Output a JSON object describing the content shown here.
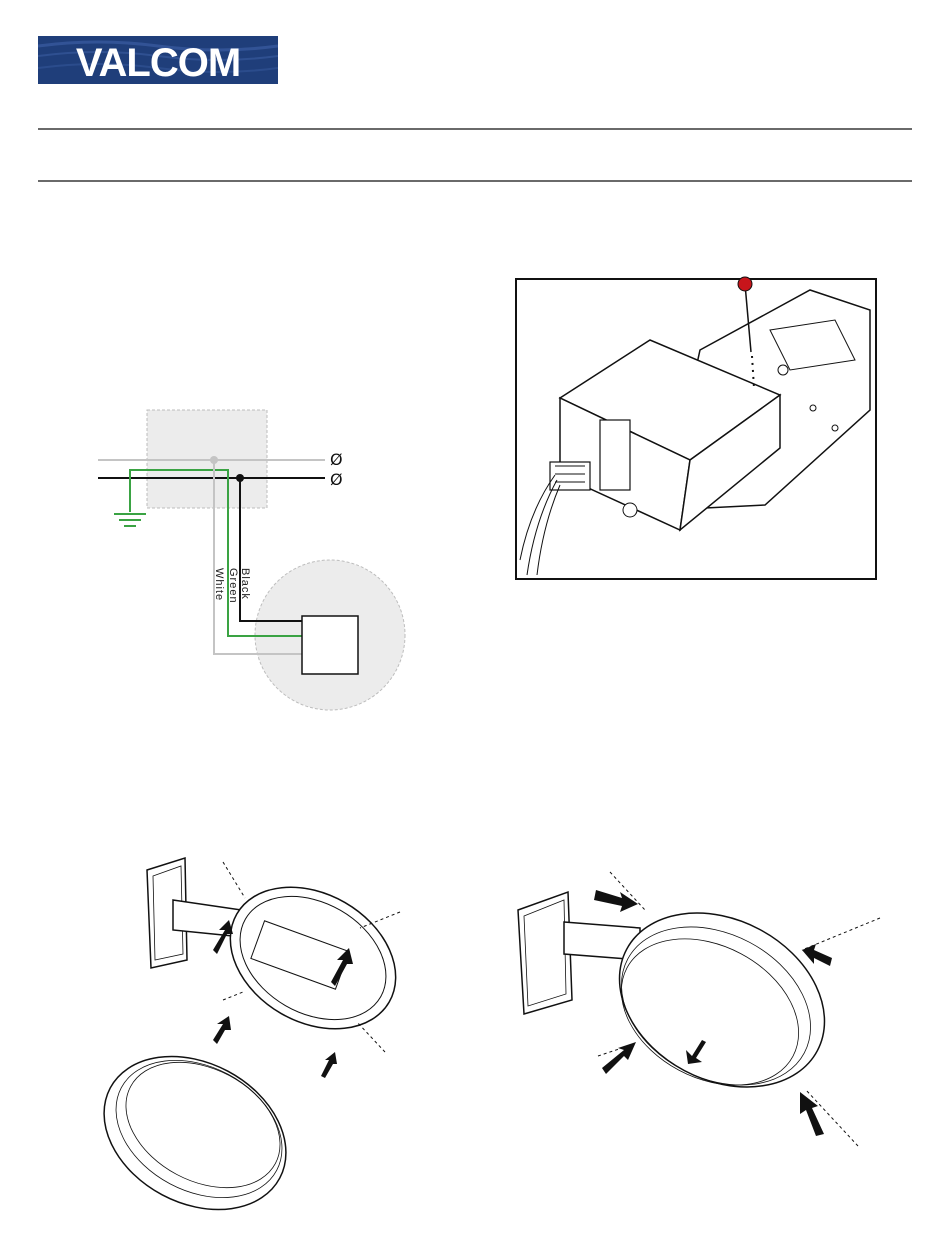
{
  "header": {
    "logo_text": "VALCOM",
    "brand_color": "#1f3e7a"
  },
  "wiring_diagram": {
    "wire_labels": [
      "Black",
      "Green",
      "White"
    ],
    "phase_symbol": "Ø",
    "colors": {
      "green": "#3aa343",
      "black": "#111111",
      "grey": "#c4c4c4",
      "box": "#ececec"
    }
  },
  "illustrations": {
    "ballast_marker_color": "#c8151b",
    "arrow_color": "#111111"
  }
}
